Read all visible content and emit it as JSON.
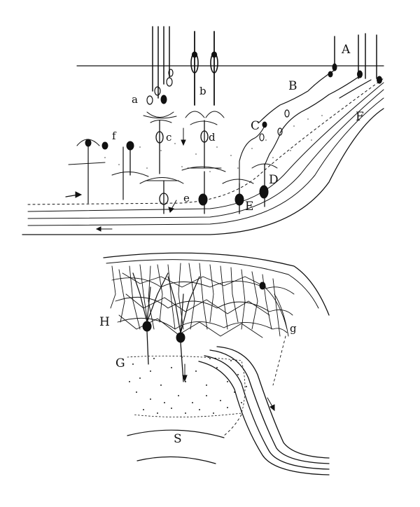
{
  "labels": {
    "a": "a",
    "b": "b",
    "c": "c",
    "d": "d",
    "e": "e",
    "f": "f",
    "A": "A",
    "B": "B",
    "C": "C",
    "D": "D",
    "E": "E",
    "F": "F",
    "H": "H",
    "G": "G",
    "g": "g",
    "S": "S"
  },
  "colors": {
    "ink": "#111111",
    "paper": "#ffffff"
  }
}
